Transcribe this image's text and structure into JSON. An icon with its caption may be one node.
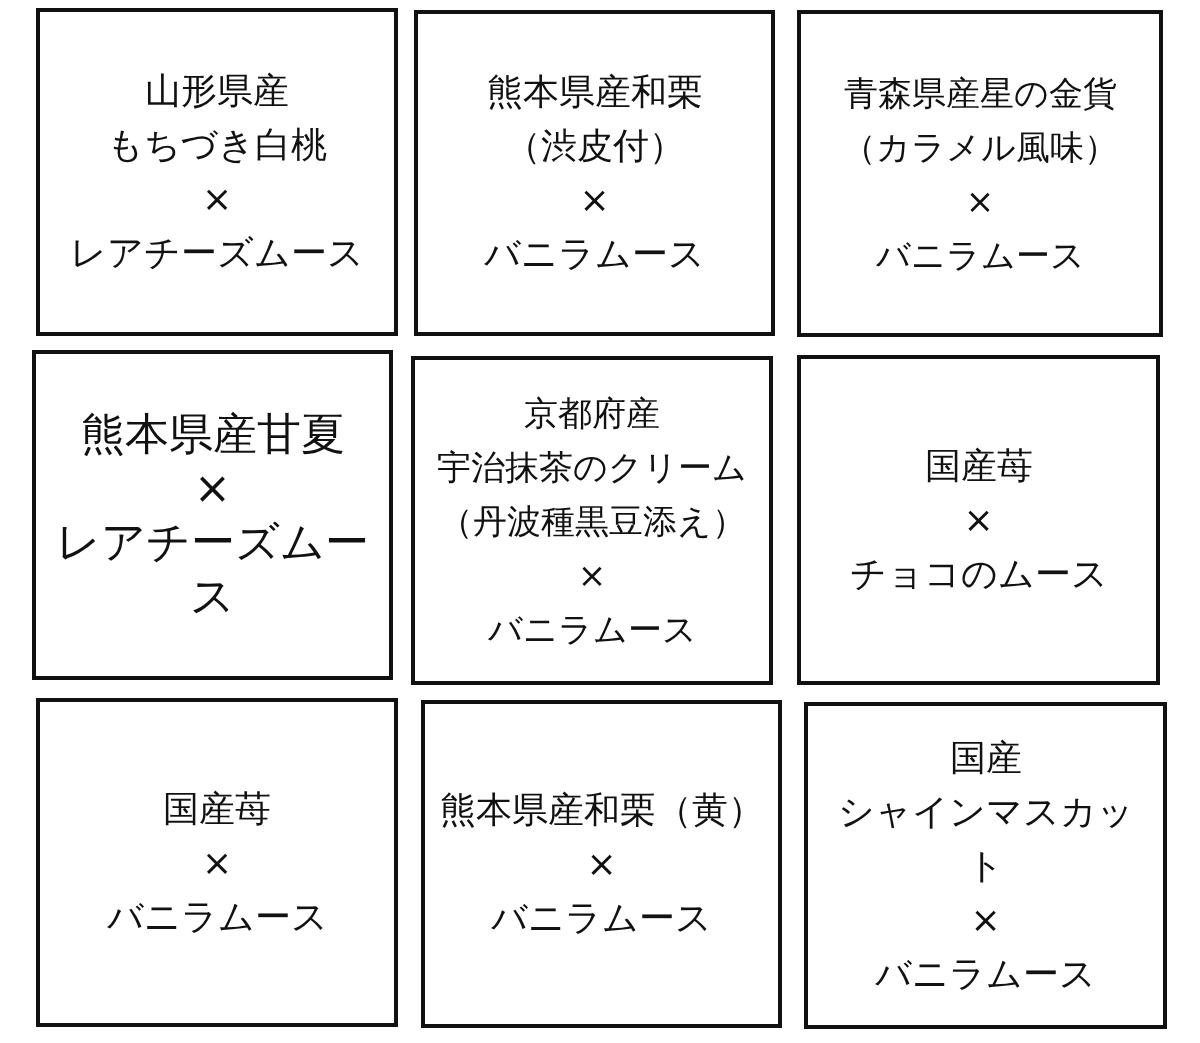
{
  "diagram": {
    "nodes": [
      {
        "text": [
          "山形県産",
          "もちづき白桃",
          "×",
          "レアチーズムース"
        ]
      },
      {
        "text": [
          "熊本県産和栗",
          "（渋皮付）",
          "×",
          "バニラムース"
        ]
      },
      {
        "text": [
          "青森県産星の金貨",
          "（カラメル風味）",
          "×",
          "バニラムース"
        ]
      },
      {
        "text": [
          "熊本県産甘夏",
          "×",
          "レアチーズムース"
        ]
      },
      {
        "text": [
          "京都府産",
          "宇治抹茶のクリーム",
          "（丹波種黒豆添え）",
          "×",
          "バニラムース"
        ]
      },
      {
        "text": [
          "国産苺",
          "×",
          "チョコのムース"
        ]
      },
      {
        "text": [
          "国産苺",
          "×",
          "バニラムース"
        ]
      },
      {
        "text": [
          "熊本県産和栗（黄）",
          "×",
          "バニラムース"
        ]
      },
      {
        "text": [
          "国産",
          "シャインマスカット",
          "×",
          "バニラムース"
        ]
      }
    ]
  }
}
